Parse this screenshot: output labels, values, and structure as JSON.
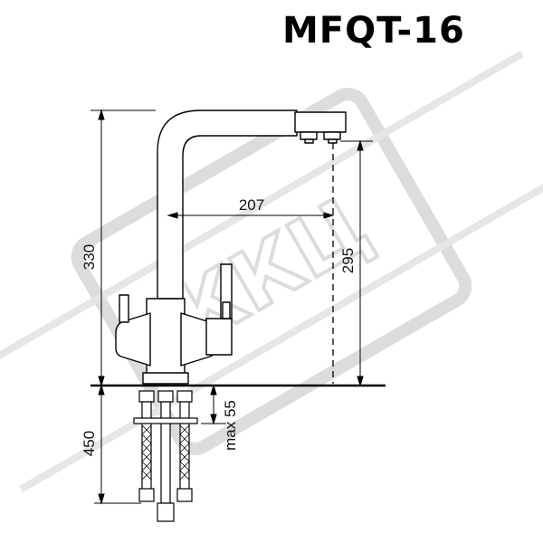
{
  "model": {
    "title": "MFQT-16"
  },
  "watermark": {
    "text": "ККЦ"
  },
  "dimensions": {
    "faucet_height": "330",
    "spout_reach": "207",
    "spout_clearance": "295",
    "hose_length": "450",
    "max_counter_thickness": "max 55"
  },
  "colors": {
    "line": "#000000",
    "watermark": "#d9d9d9",
    "background": "#ffffff"
  }
}
